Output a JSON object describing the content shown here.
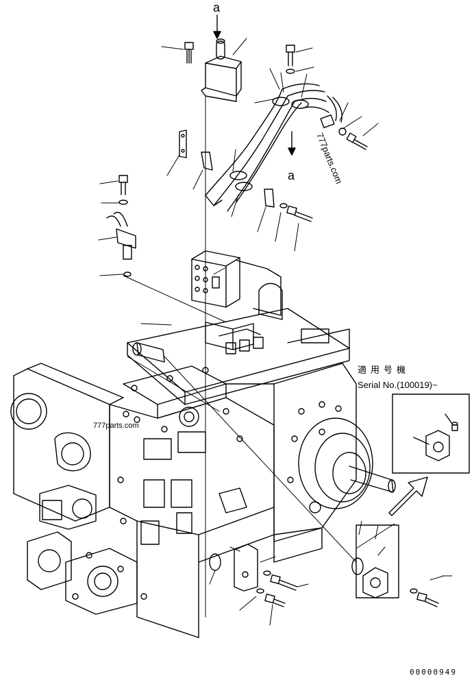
{
  "diagram": {
    "marker_top": "a",
    "marker_mid": "a",
    "watermark_top": "777parts.com",
    "watermark_mid": "777parts.com",
    "serial_heading": "適用号機",
    "serial_line": "Serial No.(100019)~",
    "page_number": "00000949"
  }
}
